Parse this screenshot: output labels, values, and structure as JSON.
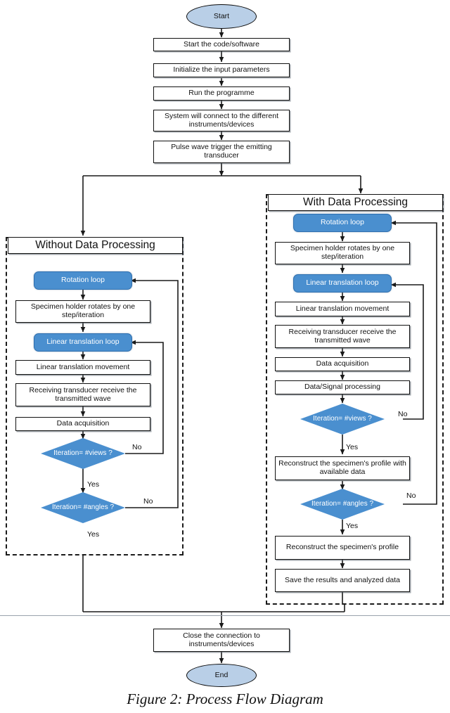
{
  "figure": {
    "caption": "Figure 2: Process Flow Diagram",
    "accent_blue": "#4a8fcf",
    "terminator_fill": "#b9cfe7",
    "outline": "#111111"
  },
  "main_flow": {
    "start": "Start",
    "steps": [
      "Start the code/software",
      "Initialize the input parameters",
      "Run the programme",
      "System will connect to the different instruments/devices",
      "Pulse wave trigger the emitting transducer"
    ],
    "close": "Close the connection to instruments/devices",
    "end": "End"
  },
  "branch_left": {
    "title": "Without Data Processing",
    "rotation_loop": "Rotation loop",
    "rotate_step": "Specimen holder rotates by one step/iteration",
    "linear_loop": "Linear translation loop",
    "linear_move": "Linear translation movement",
    "receive": "Receiving transducer receive the transmitted wave",
    "acquire": "Data acquisition",
    "decision_views": "Iteration= #views ?",
    "decision_angles": "Iteration= #angles ?",
    "labels": {
      "views_no": "No",
      "views_yes": "Yes",
      "angles_no": "No",
      "angles_yes": "Yes"
    }
  },
  "branch_right": {
    "title": "With Data Processing",
    "rotation_loop": "Rotation loop",
    "rotate_step": "Specimen holder rotates by one step/iteration",
    "linear_loop": "Linear translation loop",
    "linear_move": "Linear translation movement",
    "receive": "Receiving transducer receive the transmitted wave",
    "acquire": "Data acquisition",
    "processing": "Data/Signal processing",
    "decision_views": "Iteration= #views ?",
    "reconstruct_partial": "Reconstruct the specimen's profile with available data",
    "decision_angles": "Iteration= #angles ?",
    "reconstruct_full": "Reconstruct the specimen's profile",
    "save": "Save the results and analyzed data",
    "labels": {
      "views_no": "No",
      "views_yes": "Yes",
      "angles_no": "No",
      "angles_yes": "Yes"
    }
  },
  "chart_data": {
    "type": "diagram",
    "title": "Figure 2: Process Flow Diagram",
    "nodes": [
      {
        "id": "start",
        "shape": "terminator",
        "text": "Start"
      },
      {
        "id": "m1",
        "shape": "process",
        "text": "Start the code/software"
      },
      {
        "id": "m2",
        "shape": "process",
        "text": "Initialize the input parameters"
      },
      {
        "id": "m3",
        "shape": "process",
        "text": "Run the programme"
      },
      {
        "id": "m4",
        "shape": "process",
        "text": "System will connect to the different instruments/devices"
      },
      {
        "id": "m5",
        "shape": "process",
        "text": "Pulse wave trigger the emitting transducer"
      },
      {
        "id": "L0",
        "shape": "group",
        "text": "Without Data Processing"
      },
      {
        "id": "L1",
        "shape": "loop",
        "text": "Rotation loop"
      },
      {
        "id": "L2",
        "shape": "process",
        "text": "Specimen holder rotates by one step/iteration"
      },
      {
        "id": "L3",
        "shape": "loop",
        "text": "Linear translation loop"
      },
      {
        "id": "L4",
        "shape": "process",
        "text": "Linear translation movement"
      },
      {
        "id": "L5",
        "shape": "process",
        "text": "Receiving transducer receive the transmitted wave"
      },
      {
        "id": "L6",
        "shape": "process",
        "text": "Data acquisition"
      },
      {
        "id": "L7",
        "shape": "decision",
        "text": "Iteration= #views ?"
      },
      {
        "id": "L8",
        "shape": "decision",
        "text": "Iteration= #angles ?"
      },
      {
        "id": "R0",
        "shape": "group",
        "text": "With Data Processing"
      },
      {
        "id": "R1",
        "shape": "loop",
        "text": "Rotation loop"
      },
      {
        "id": "R2",
        "shape": "process",
        "text": "Specimen holder rotates by one step/iteration"
      },
      {
        "id": "R3",
        "shape": "loop",
        "text": "Linear translation loop"
      },
      {
        "id": "R4",
        "shape": "process",
        "text": "Linear translation movement"
      },
      {
        "id": "R5",
        "shape": "process",
        "text": "Receiving transducer receive the transmitted wave"
      },
      {
        "id": "R6",
        "shape": "process",
        "text": "Data acquisition"
      },
      {
        "id": "R7",
        "shape": "process",
        "text": "Data/Signal processing"
      },
      {
        "id": "R8",
        "shape": "decision",
        "text": "Iteration= #views ?"
      },
      {
        "id": "R9",
        "shape": "process",
        "text": "Reconstruct the specimen's profile with available data"
      },
      {
        "id": "R10",
        "shape": "decision",
        "text": "Iteration= #angles ?"
      },
      {
        "id": "R11",
        "shape": "process",
        "text": "Reconstruct the specimen's profile"
      },
      {
        "id": "R12",
        "shape": "process",
        "text": "Save the results and analyzed data"
      },
      {
        "id": "close",
        "shape": "process",
        "text": "Close the connection to instruments/devices"
      },
      {
        "id": "end",
        "shape": "terminator",
        "text": "End"
      }
    ],
    "edges": [
      {
        "from": "start",
        "to": "m1"
      },
      {
        "from": "m1",
        "to": "m2"
      },
      {
        "from": "m2",
        "to": "m3"
      },
      {
        "from": "m3",
        "to": "m4"
      },
      {
        "from": "m4",
        "to": "m5"
      },
      {
        "from": "m5",
        "to": "L0"
      },
      {
        "from": "m5",
        "to": "R0"
      },
      {
        "from": "L1",
        "to": "L2"
      },
      {
        "from": "L2",
        "to": "L3"
      },
      {
        "from": "L3",
        "to": "L4"
      },
      {
        "from": "L4",
        "to": "L5"
      },
      {
        "from": "L5",
        "to": "L6"
      },
      {
        "from": "L6",
        "to": "L7"
      },
      {
        "from": "L7",
        "to": "L3",
        "label": "No"
      },
      {
        "from": "L7",
        "to": "L8",
        "label": "Yes"
      },
      {
        "from": "L8",
        "to": "L1",
        "label": "No"
      },
      {
        "from": "L8",
        "to": "close",
        "label": "Yes"
      },
      {
        "from": "R1",
        "to": "R2"
      },
      {
        "from": "R2",
        "to": "R3"
      },
      {
        "from": "R3",
        "to": "R4"
      },
      {
        "from": "R4",
        "to": "R5"
      },
      {
        "from": "R5",
        "to": "R6"
      },
      {
        "from": "R6",
        "to": "R7"
      },
      {
        "from": "R7",
        "to": "R8"
      },
      {
        "from": "R8",
        "to": "R3",
        "label": "No"
      },
      {
        "from": "R8",
        "to": "R9",
        "label": "Yes"
      },
      {
        "from": "R9",
        "to": "R10"
      },
      {
        "from": "R10",
        "to": "R1",
        "label": "No"
      },
      {
        "from": "R10",
        "to": "R11",
        "label": "Yes"
      },
      {
        "from": "R11",
        "to": "R12"
      },
      {
        "from": "R12",
        "to": "close"
      },
      {
        "from": "close",
        "to": "end"
      }
    ]
  }
}
